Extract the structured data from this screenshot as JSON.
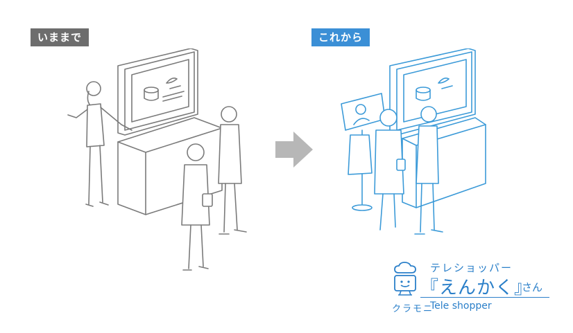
{
  "labels": {
    "before": "いままで",
    "after": "これから"
  },
  "logo": {
    "kana": "テレショッパー",
    "main": "『えんかく』",
    "suffix": "さん",
    "brand": "クラモニ",
    "english": "Tele shopper"
  },
  "colors": {
    "before_accent": "#6d6d6d",
    "after_accent": "#3b8fd6",
    "arrow": "#b7b7b7",
    "line_gray": "#7a7a7a",
    "line_blue": "#3b9ad8"
  },
  "icons": [
    "arrow-right-icon",
    "cloud-monitor-icon"
  ]
}
